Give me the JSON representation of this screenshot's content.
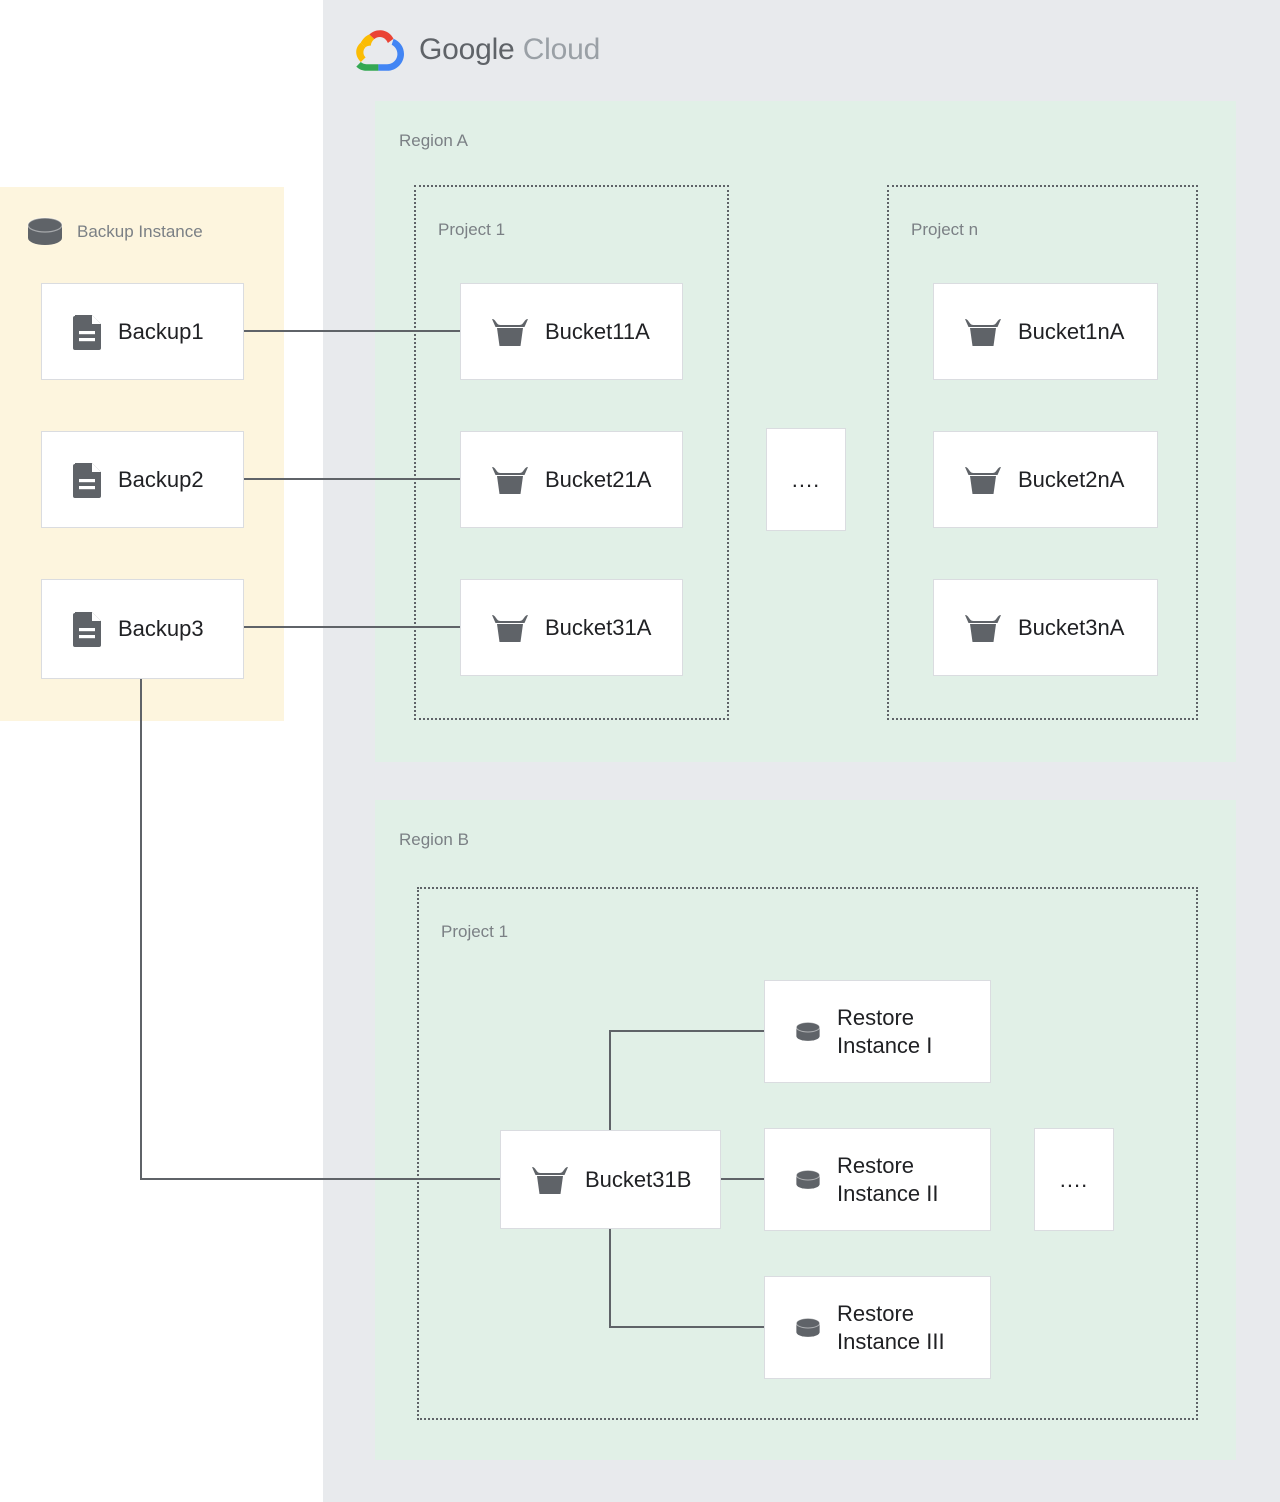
{
  "brand": {
    "name_bold": "Google",
    "name_light": "Cloud",
    "logo_icon": "google-cloud-logo",
    "colors": {
      "red": "#ea4335",
      "yellow": "#fbbc04",
      "green": "#34a853",
      "blue": "#4285f4",
      "text": "#5f6368",
      "text_light": "#9aa0a6"
    }
  },
  "palette": {
    "cloud_panel_bg": "#e8eaed",
    "region_bg": "#e1f0e7",
    "backup_panel_bg": "#fdf5de",
    "card_bg": "#ffffff",
    "card_border": "#dadce0",
    "icon_gray": "#5f6368",
    "label_gray": "#7b8085",
    "wire": "#5f6368"
  },
  "backup_panel": {
    "title": "Backup Instance",
    "icon": "database-cylinder-icon",
    "items": [
      {
        "label": "Backup1",
        "icon": "document-icon"
      },
      {
        "label": "Backup2",
        "icon": "document-icon"
      },
      {
        "label": "Backup3",
        "icon": "document-icon"
      }
    ]
  },
  "regions": [
    {
      "label": "Region A",
      "projects": [
        {
          "label": "Project 1",
          "items": [
            {
              "label": "Bucket11A",
              "icon": "storage-bucket-icon"
            },
            {
              "label": "Bucket21A",
              "icon": "storage-bucket-icon"
            },
            {
              "label": "Bucket31A",
              "icon": "storage-bucket-icon"
            }
          ]
        },
        {
          "label": "Project n",
          "items": [
            {
              "label": "Bucket1nA",
              "icon": "storage-bucket-icon"
            },
            {
              "label": "Bucket2nA",
              "icon": "storage-bucket-icon"
            },
            {
              "label": "Bucket3nA",
              "icon": "storage-bucket-icon"
            }
          ]
        }
      ],
      "ellipsis": "...."
    },
    {
      "label": "Region B",
      "projects": [
        {
          "label": "Project 1",
          "bucket": {
            "label": "Bucket31B",
            "icon": "storage-bucket-icon"
          },
          "restores": [
            {
              "label": "Restore\nInstance I",
              "icon": "database-cylinder-icon"
            },
            {
              "label": "Restore\nInstance II",
              "icon": "database-cylinder-icon"
            },
            {
              "label": "Restore\nInstance III",
              "icon": "database-cylinder-icon"
            }
          ]
        }
      ],
      "ellipsis": "...."
    }
  ],
  "connections": [
    {
      "from": "Backup1",
      "to": "Bucket11A"
    },
    {
      "from": "Backup2",
      "to": "Bucket21A"
    },
    {
      "from": "Backup3",
      "to": "Bucket31A"
    },
    {
      "from": "Backup3",
      "to": "Bucket31B"
    },
    {
      "from": "Bucket31B",
      "to": "Restore Instance I"
    },
    {
      "from": "Bucket31B",
      "to": "Restore Instance II"
    },
    {
      "from": "Bucket31B",
      "to": "Restore Instance III"
    }
  ]
}
